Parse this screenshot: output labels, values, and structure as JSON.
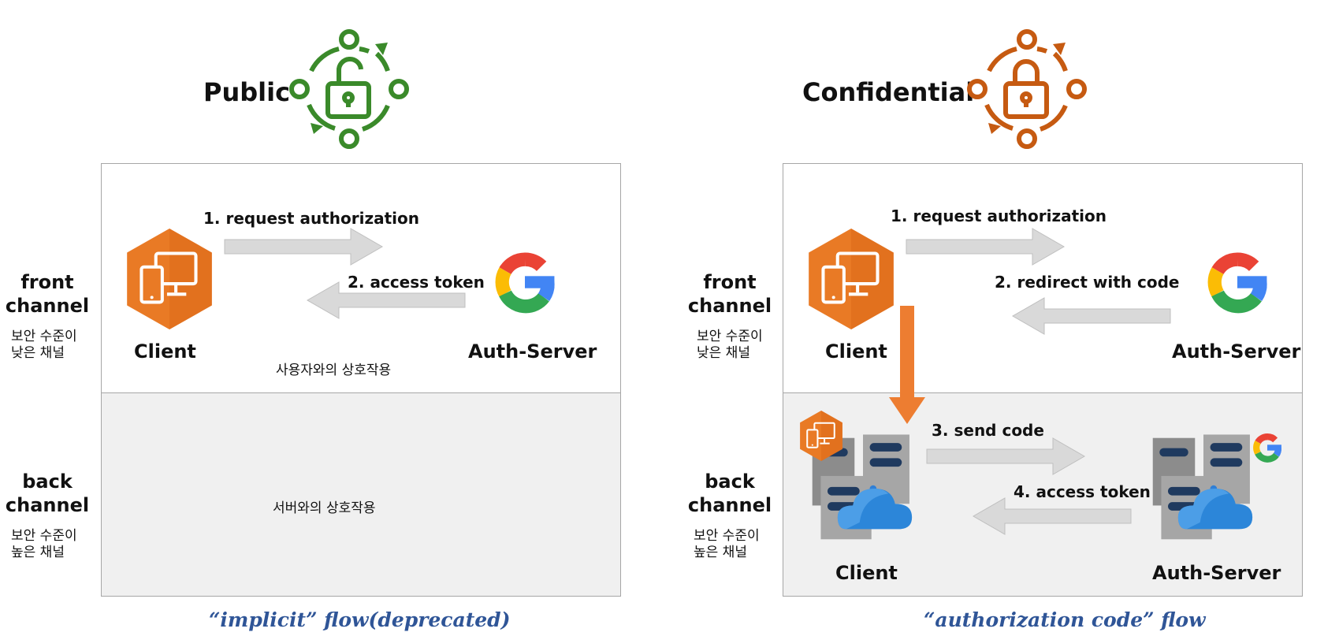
{
  "public": {
    "title": "Public",
    "front_label": "front\nchannel",
    "front_sub": "보안 수준이\n낮은 채널",
    "back_label": "back\nchannel",
    "back_sub": "보안 수준이\n높은 채널",
    "step1": "1. request authorization",
    "step2": "2. access token",
    "client": "Client",
    "server": "Auth-Server",
    "front_note": "사용자와의 상호작용",
    "back_note": "서버와의 상호작용",
    "caption": "“implicit” flow(deprecated)"
  },
  "confidential": {
    "title": "Confidential",
    "front_label": "front\nchannel",
    "front_sub": "보안 수준이\n낮은 채널",
    "back_label": "back\nchannel",
    "back_sub": "보안 수준이\n높은 채널",
    "step1": "1. request authorization",
    "step2": "2. redirect with code",
    "step3": "3. send code",
    "step4": "4. access token",
    "client_front": "Client",
    "server_front": "Auth-Server",
    "client_back": "Client",
    "server_back": "Auth-Server",
    "caption": "“authorization code” flow"
  },
  "colors": {
    "public_green": "#3a8a2a",
    "confidential_orange": "#c65a11",
    "client_orange": "#e67e22",
    "arrow_gray": "#d9d9d9",
    "caption_blue": "#2f5597"
  },
  "icons": {
    "public": "unlocked-padlock-cycle-icon",
    "confidential": "locked-padlock-cycle-icon",
    "client": "client-device-icon",
    "server": "google-logo-icon",
    "backend": "server-cloud-icon"
  }
}
